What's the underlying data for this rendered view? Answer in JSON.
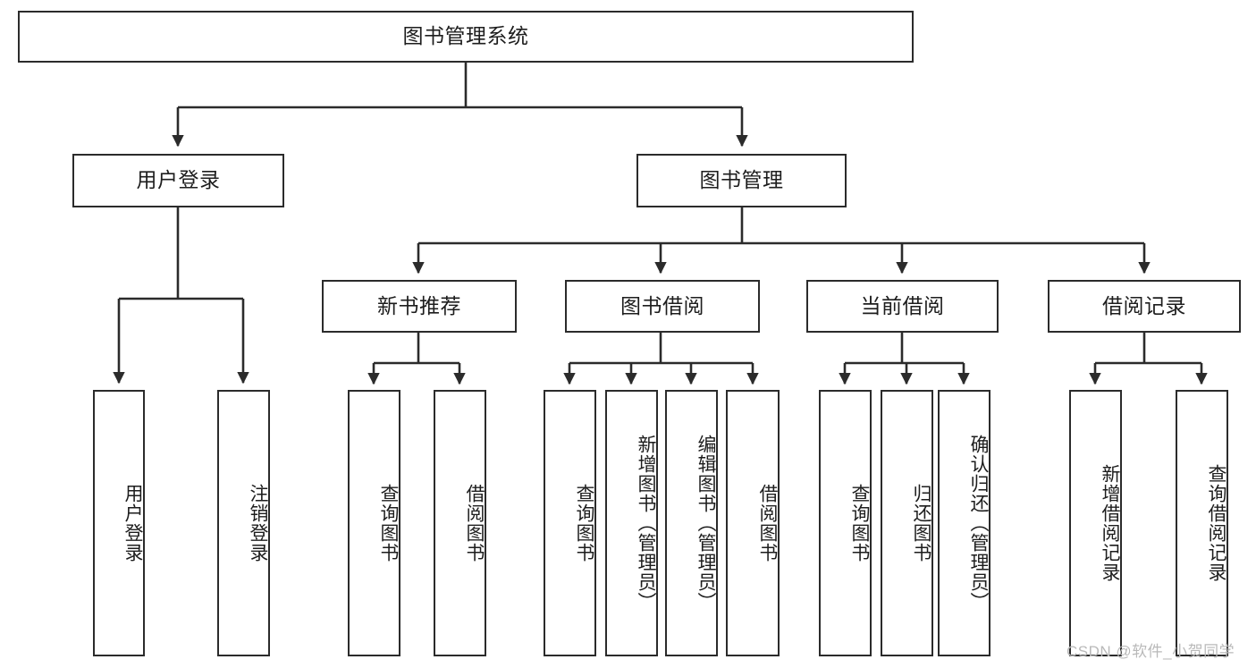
{
  "diagram": {
    "title": "图书管理系统",
    "type": "tree",
    "orientation": "top-down",
    "colors": {
      "box_border": "#2b2b2b",
      "box_fill": "#ffffff",
      "connector": "#2b2b2b",
      "text": "#1d1d1d",
      "background": "#ffffff",
      "watermark": "#b9b9b9"
    },
    "root": {
      "id": "root",
      "label": "图书管理系统"
    },
    "level2": [
      {
        "id": "user-login",
        "label": "用户登录"
      },
      {
        "id": "book-manage",
        "label": "图书管理"
      }
    ],
    "level3": [
      {
        "id": "new-book-rec",
        "label": "新书推荐",
        "parent": "book-manage"
      },
      {
        "id": "book-borrow",
        "label": "图书借阅",
        "parent": "book-manage"
      },
      {
        "id": "current-borrow",
        "label": "当前借阅",
        "parent": "book-manage"
      },
      {
        "id": "borrow-record",
        "label": "借阅记录",
        "parent": "book-manage"
      }
    ],
    "leaves": {
      "user_login": [
        {
          "id": "leaf-user-login",
          "label": "用户登录"
        },
        {
          "id": "leaf-logout",
          "label": "注销登录"
        }
      ],
      "new_book_rec": [
        {
          "id": "leaf-query-book-1",
          "label": "查询图书"
        },
        {
          "id": "leaf-borrow-book-1",
          "label": "借阅图书"
        }
      ],
      "book_borrow": [
        {
          "id": "leaf-query-book-2",
          "label": "查询图书"
        },
        {
          "id": "leaf-add-book",
          "label": "新增图书（管理员）"
        },
        {
          "id": "leaf-edit-book",
          "label": "编辑图书（管理员）"
        },
        {
          "id": "leaf-borrow-book-2",
          "label": "借阅图书"
        }
      ],
      "current_borrow": [
        {
          "id": "leaf-query-book-3",
          "label": "查询图书"
        },
        {
          "id": "leaf-return-book",
          "label": "归还图书"
        },
        {
          "id": "leaf-confirm-return",
          "label": "确认归还（管理员）"
        }
      ],
      "borrow_record": [
        {
          "id": "leaf-add-record",
          "label": "新增借阅记录"
        },
        {
          "id": "leaf-query-record",
          "label": "查询借阅记录"
        }
      ]
    }
  },
  "watermark": {
    "text": "CSDN @软件_小贺同学"
  }
}
